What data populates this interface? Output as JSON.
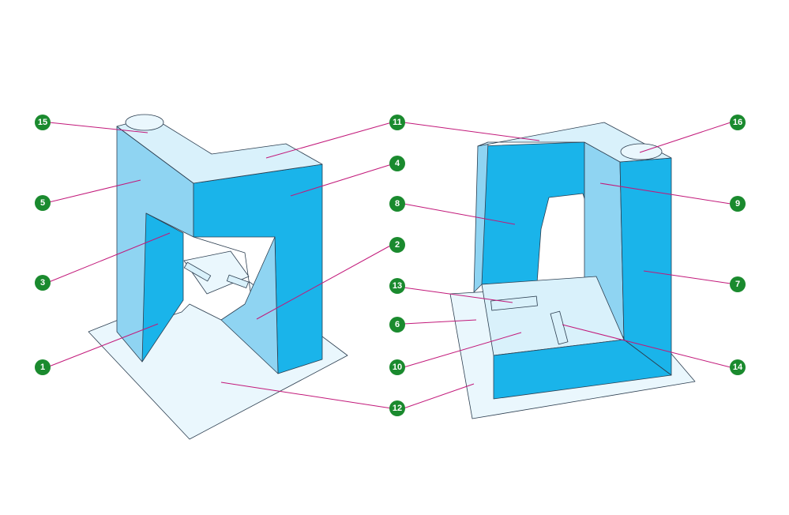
{
  "colors": {
    "badge": "#1a8a2e",
    "callout_line": "#c2197a",
    "face_dark": "#1ab4ea",
    "face_mid": "#8fd4f2",
    "face_light": "#d9f1fb",
    "base_plate": "#eaf7fd"
  },
  "callouts": {
    "c1": "1",
    "c2": "2",
    "c3": "3",
    "c4": "4",
    "c5": "5",
    "c6": "6",
    "c7": "7",
    "c8": "8",
    "c9": "9",
    "c10": "10",
    "c11": "11",
    "c12": "12",
    "c13": "13",
    "c14": "14",
    "c15": "15",
    "c16": "16"
  }
}
